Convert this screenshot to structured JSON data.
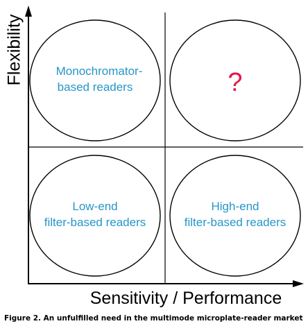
{
  "y_axis_label": "Flexibility",
  "x_axis_label": "Sensitivity / Performance",
  "quadrants": {
    "top_left": {
      "line1": "Monochromator-",
      "line2": "based readers"
    },
    "top_right": {
      "symbol": "?"
    },
    "bottom_left": {
      "line1": "Low-end",
      "line2": "filter-based readers"
    },
    "bottom_right": {
      "line1": "High-end",
      "line2": "filter-based readers"
    }
  },
  "caption": "Figure 2.  An unfulfilled need in the multimode microplate-reader market",
  "colors": {
    "quadrant_text": "#2596c8",
    "question_mark": "#e8154a",
    "lines": "#000000"
  }
}
